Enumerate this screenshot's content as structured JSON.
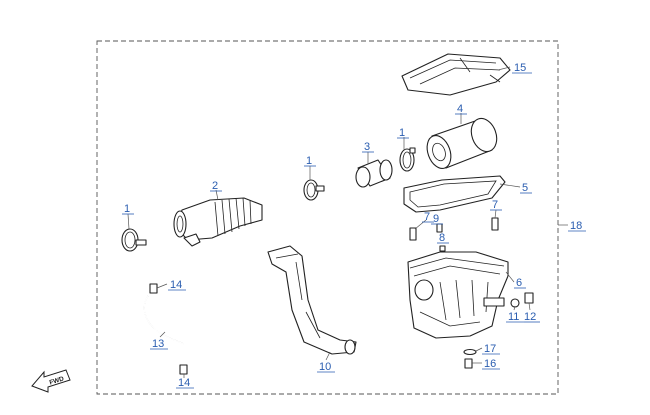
{
  "diagram": {
    "direction_badge": "FWD",
    "callouts": [
      "1",
      "2",
      "3",
      "1",
      "1",
      "4",
      "5",
      "6",
      "7",
      "9",
      "8",
      "7",
      "10",
      "11",
      "12",
      "13",
      "14",
      "14",
      "15",
      "16",
      "17",
      "18"
    ],
    "colors": {
      "callout": "#2a5db0",
      "outline": "#222222",
      "frame": "#555555"
    }
  }
}
